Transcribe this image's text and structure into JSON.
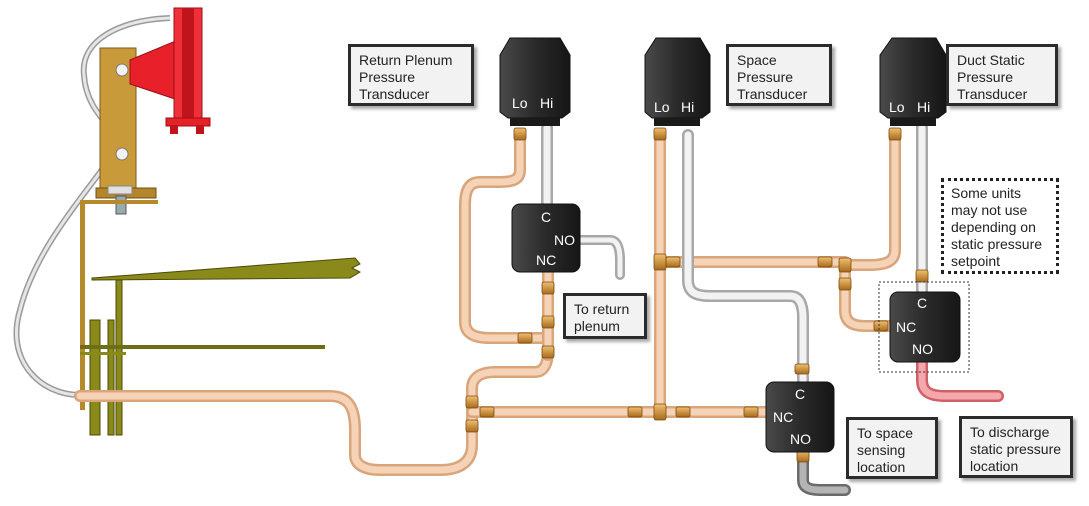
{
  "transducers": [
    {
      "id": "return",
      "lo": "Lo",
      "hi": "Hi",
      "label": "Return Plenum\nPressure\nTransducer"
    },
    {
      "id": "space",
      "lo": "Lo",
      "hi": "Hi",
      "label": "Space\nPressure\nTransducer"
    },
    {
      "id": "duct",
      "lo": "Lo",
      "hi": "Hi",
      "label": "Duct Static\nPressure\nTransducer"
    }
  ],
  "valves": [
    {
      "id": "return-valve",
      "c": "C",
      "no": "NO",
      "nc": "NC"
    },
    {
      "id": "duct-valve",
      "c": "C",
      "nc": "NC",
      "no": "NO"
    },
    {
      "id": "space-valve",
      "c": "C",
      "nc": "NC",
      "no": "NO"
    }
  ],
  "callouts": {
    "return_plenum": "To return\nplenum",
    "space_sensing": "To space\nsensing\nlocation",
    "discharge": "To discharge\nstatic pressure\nlocation",
    "note": "Some units\nmay not use\ndepending on\nstatic pressure\nsetpoint"
  },
  "colors": {
    "tube_peach": "#f4c7a4",
    "tube_clear": "#e8e8e8",
    "tube_pink": "#f08a90",
    "tube_gray": "#9a9a9a",
    "device_body": "#2a2a2a",
    "fitting_brass": "#c8862c",
    "hood_red": "#e8202a",
    "bracket_wood": "#c99a3a",
    "olive": "#8a8a1a"
  }
}
